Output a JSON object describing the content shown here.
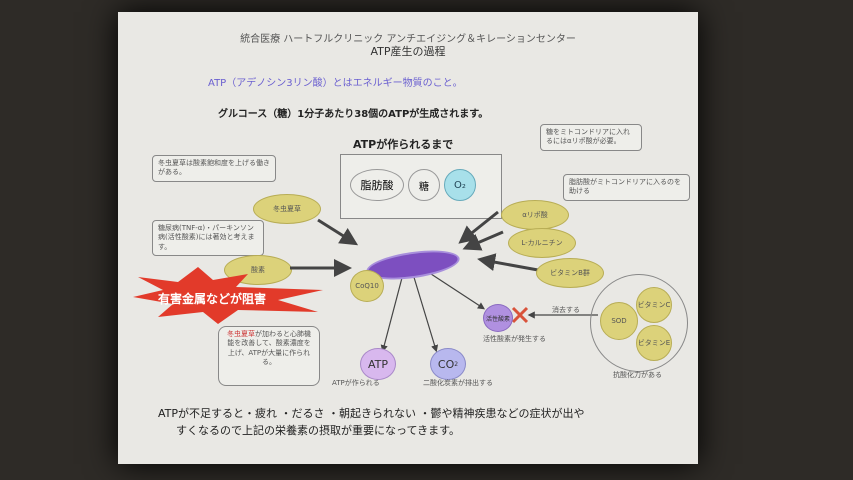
{
  "header": {
    "clinic": "統合医療 ハートフルクリニック アンチエイジング＆キレーションセンター",
    "title": "ATP産生の過程"
  },
  "intro": {
    "line1": "ATP（アデノシン3リン酸）とはエネルギー物質のこと。",
    "line2": "グルコース（糖）1分子あたり38個のATPが生成されます。"
  },
  "diagram": {
    "heading": "ATPが作られるまで",
    "inputs": [
      "脂肪酸",
      "糖",
      "O₂"
    ],
    "left_notes": [
      "冬虫夏草は酸素飽和度を上げる働きがある。",
      "糖尿病(TNF-α)・パーキンソン病(活性酸素)には著効と考えます。"
    ],
    "left_nodes": [
      "冬虫夏草",
      "酸素"
    ],
    "warning": "有害金属などが阻害",
    "coq10": "CoQ10",
    "right_notes": [
      "糖をミトコンドリアに入れるにはαリポ酸が必要。",
      "脂肪酸がミトコンドリアに入るのを助ける"
    ],
    "right_nodes": [
      "αリポ酸",
      "L-カルニチン",
      "ビタミンB群"
    ],
    "outputs": {
      "atp": "ATP",
      "atp_caption": "ATPが作られる",
      "co2": "CO",
      "co2_sub": "2",
      "co2_caption": "二酸化炭素が排出する",
      "ros": "活性酸素",
      "ros_caption": "活性酸素が発生する"
    },
    "antioxidants": {
      "remove": "消去する",
      "items": [
        "SOD",
        "ビタミンC",
        "ビタミンE"
      ],
      "caption": "抗酸化力がある"
    },
    "bottom_note": {
      "highlight": "冬虫夏草",
      "rest": "が加わると心肺機能を改善して、酸素濃度を上げ、ATPが大量に作られる。"
    }
  },
  "footer": {
    "line1": "ATPが不足すると・疲れ ・だるさ ・朝起きられない ・鬱や精神疾患などの症状が出や",
    "line2": "すくなるので上記の栄養素の摂取が重要になってきます。"
  }
}
